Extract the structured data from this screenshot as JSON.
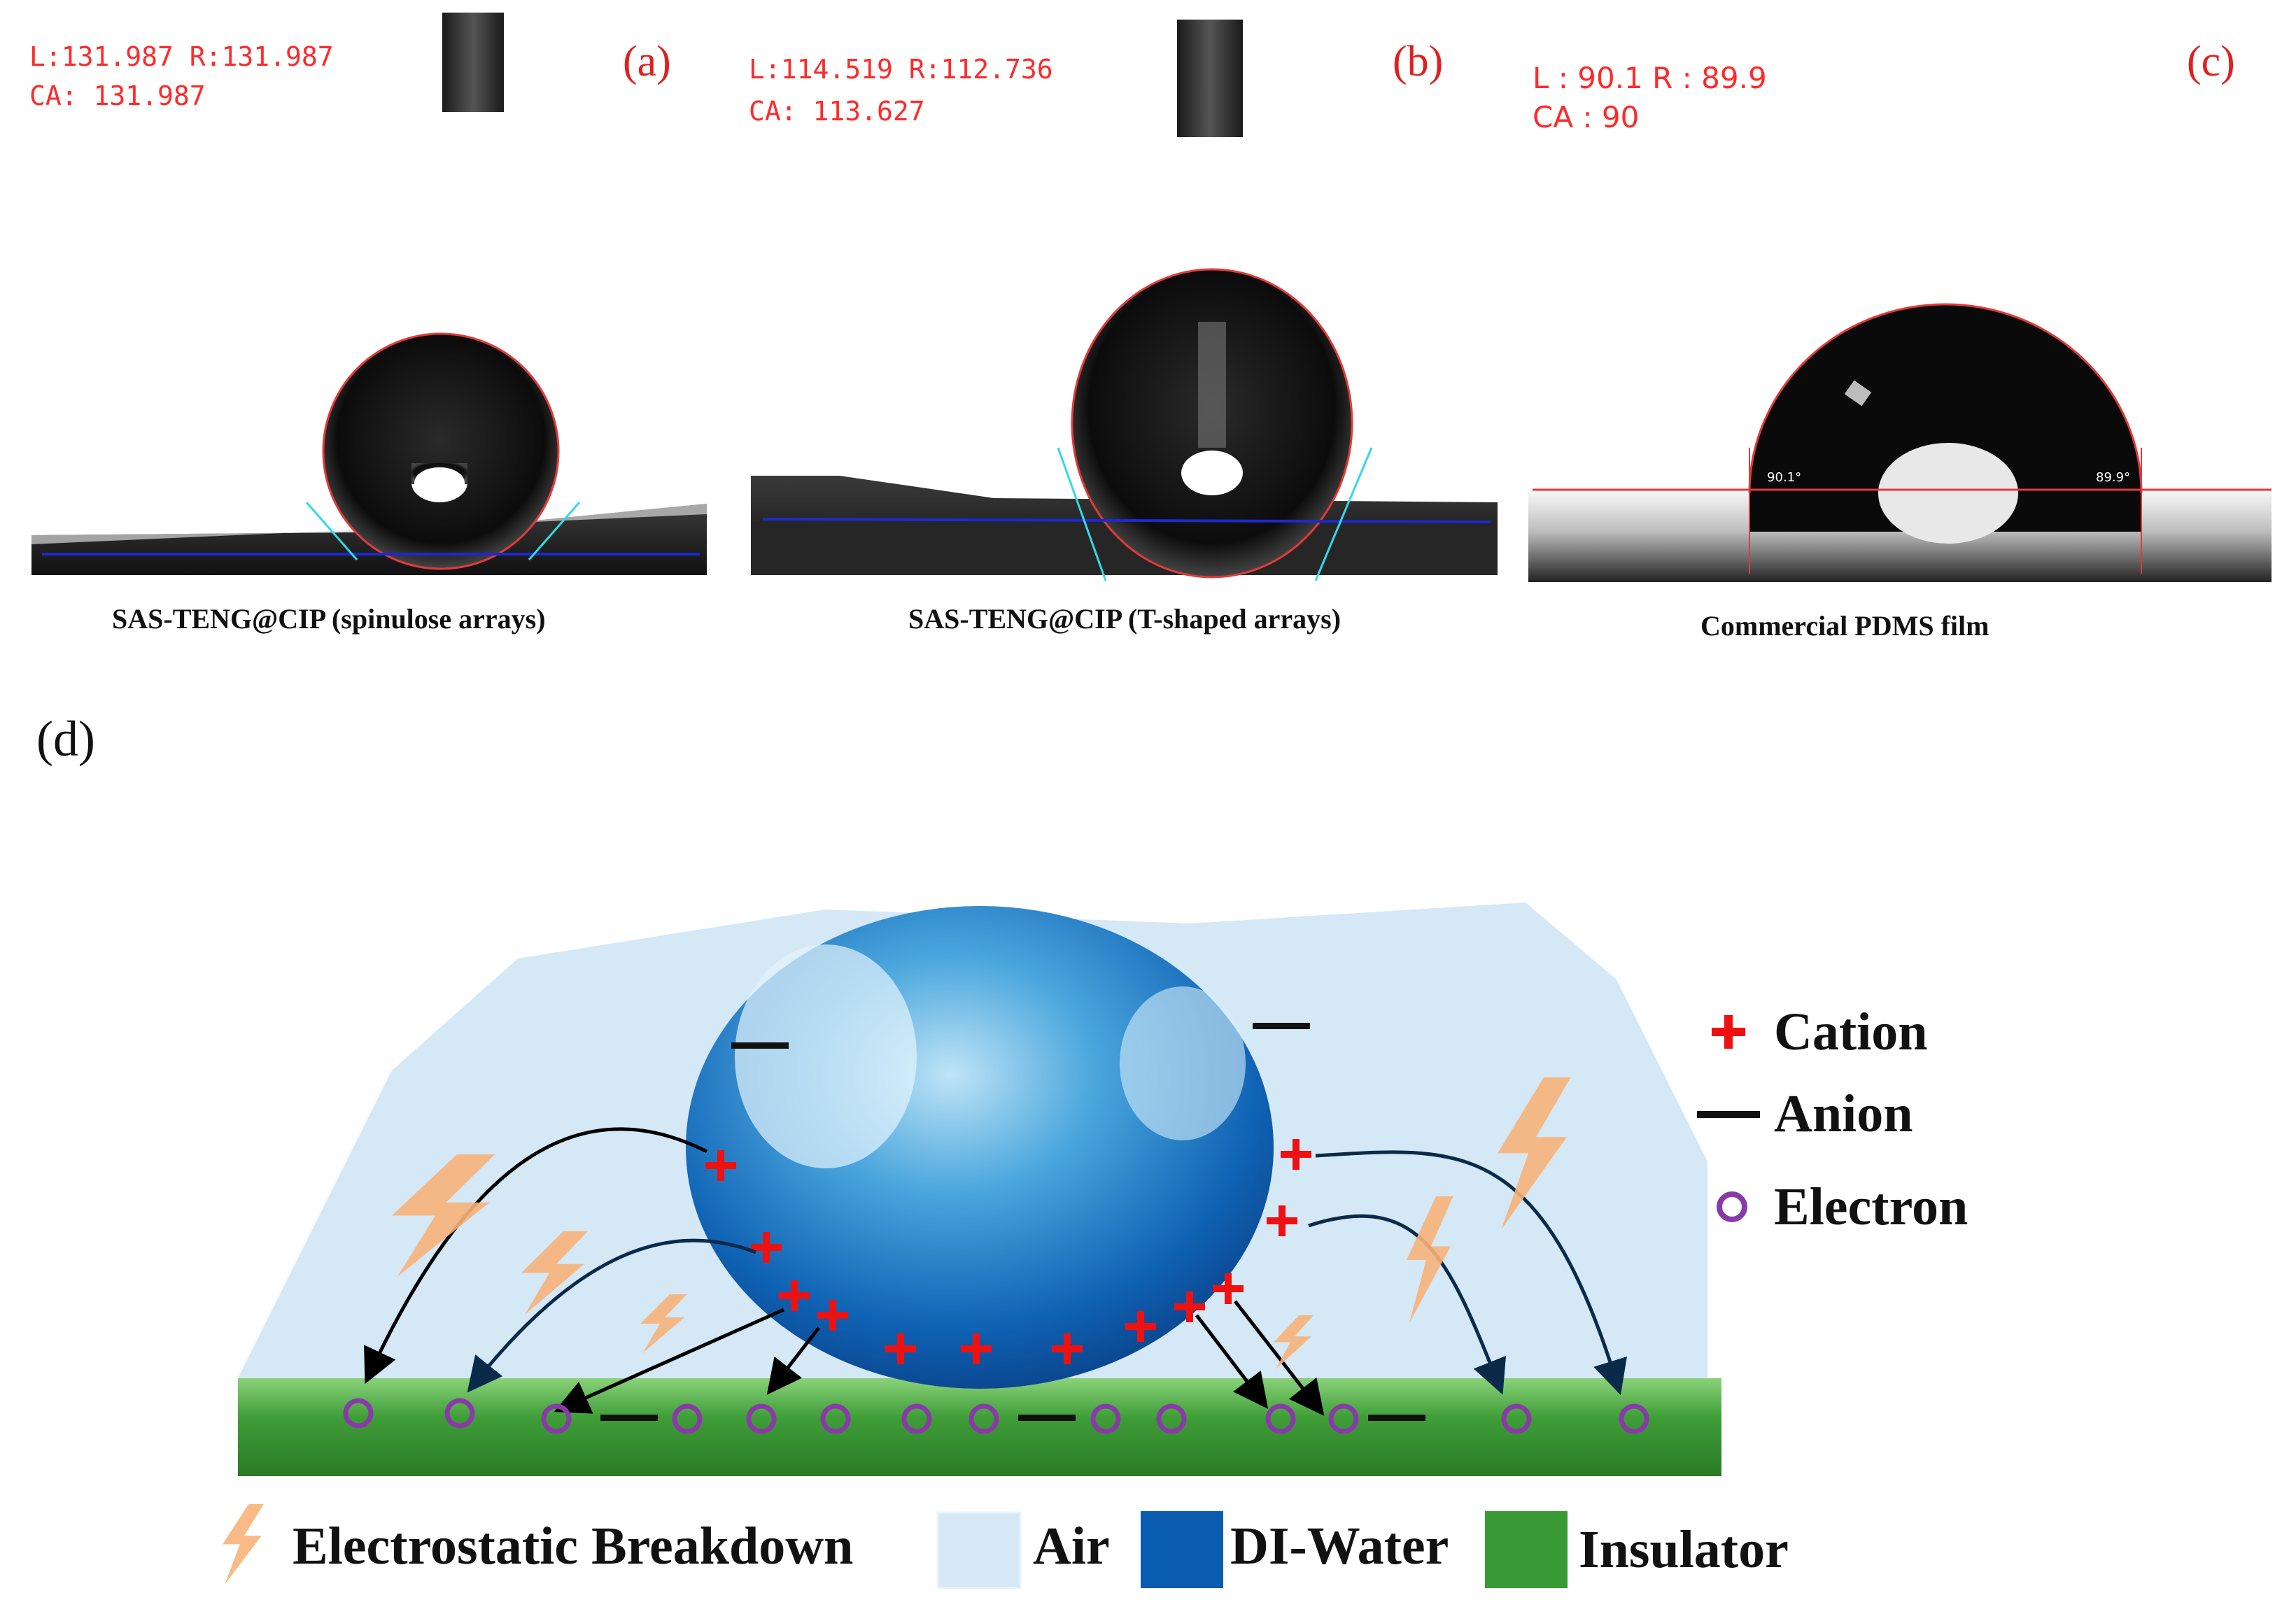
{
  "panels": [
    {
      "tag": "(a)",
      "meas_line1": "L:131.987  R:131.987",
      "meas_line2": "CA: 131.987",
      "caption": "SAS-TENG@CIP (spinulose arrays)"
    },
    {
      "tag": "(b)",
      "meas_line1": "L:114.519  R:112.736",
      "meas_line2": "CA: 113.627",
      "caption": "SAS-TENG@CIP (T-shaped arrays)"
    },
    {
      "tag": "(c)",
      "meas_line1": "L : 90.1  R : 89.9",
      "meas_line2": "CA : 90",
      "caption": "Commercial PDMS film",
      "left_angle": "90.1°",
      "right_angle": "89.9°"
    }
  ],
  "diagram": {
    "tag": "(d)",
    "legend": {
      "cation": "Cation",
      "anion": "Anion",
      "electron": "Electron"
    },
    "bottom_legend": {
      "breakdown": "Electrostatic Breakdown",
      "air": "Air",
      "water": "DI-Water",
      "insulator": "Insulator"
    }
  },
  "colors": {
    "measurement_red": "#ff2a2a",
    "air": "#d4e8f6",
    "water": "#0a5cb0",
    "insulator": "#3a9a35",
    "cation": "#ee1111",
    "electron": "#8a3aa8",
    "breakdown": "#f7b27a"
  },
  "icons": [
    "lightning-icon",
    "plus-icon",
    "minus-icon",
    "circle-icon"
  ]
}
